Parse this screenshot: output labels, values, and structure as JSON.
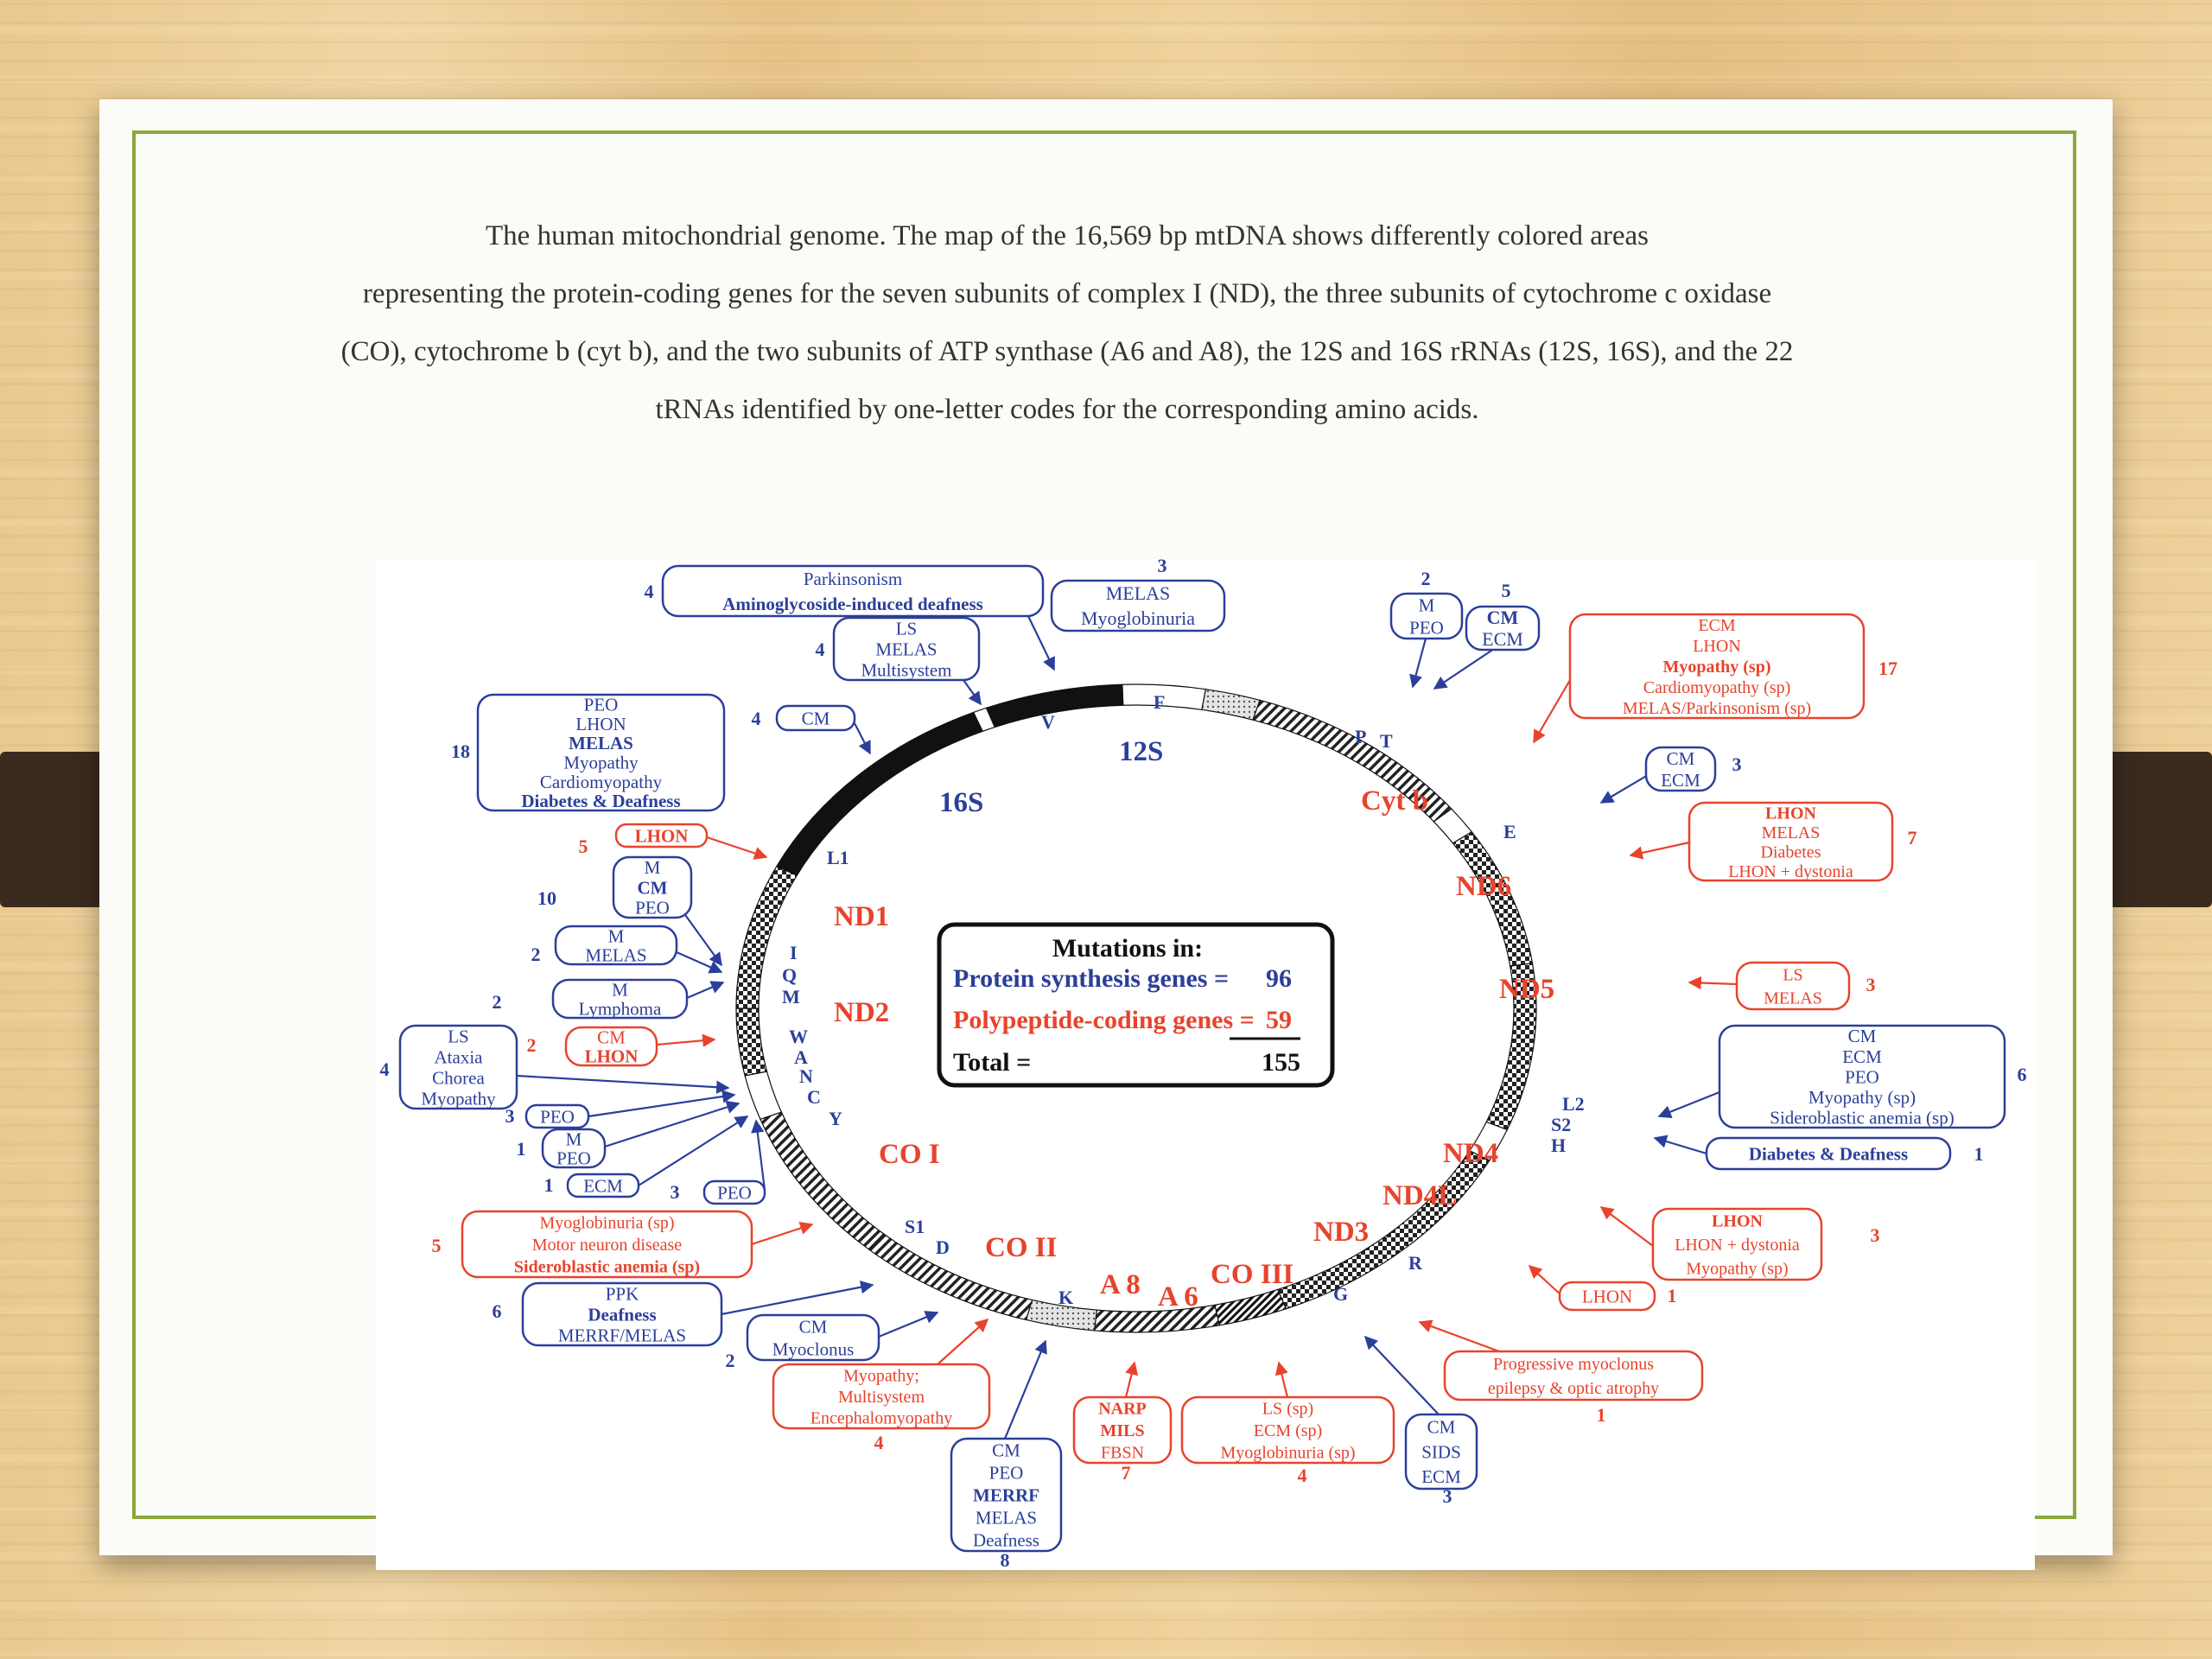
{
  "caption": {
    "lines": [
      "The human mitochondrial genome. The map of the 16,569 bp mtDNA shows differently colored areas",
      "representing the protein-coding genes for the seven subunits of complex I (ND), the three subunits of cytochrome c oxidase",
      "(CO), cytochrome b (cyt b), and the two subunits of ATP synthase (A6 and A8), the 12S and 16S rRNAs (12S, 16S), and the 22",
      "tRNAs identified by one-letter codes for the corresponding amino acids."
    ]
  },
  "colors": {
    "blue": "#2b3f9a",
    "red": "#e8432c",
    "black": "#111111"
  },
  "mutations_box": {
    "title": "Mutations in:",
    "row1_label": "Protein synthesis genes =",
    "row1_value": "96",
    "row2_label": "Polypeptide-coding genes =",
    "row2_value": "59",
    "total_label": "Total =",
    "total_value": "155"
  },
  "genes": {
    "s12": "12S",
    "s16": "16S",
    "nd1": "ND1",
    "nd2": "ND2",
    "co1": "CO I",
    "co2": "CO II",
    "a8": "A 8",
    "a6": "A 6",
    "co3": "CO III",
    "nd3": "ND3",
    "nd4l": "ND4L",
    "nd4": "ND4",
    "nd5": "ND5",
    "nd6": "ND6",
    "cytb": "Cyt b"
  },
  "trnas": {
    "F": "F",
    "V": "V",
    "L1": "L1",
    "I": "I",
    "Q": "Q",
    "M": "M",
    "W": "W",
    "A": "A",
    "N": "N",
    "C": "C",
    "Y": "Y",
    "S1": "S1",
    "D": "D",
    "K": "K",
    "G": "G",
    "R": "R",
    "H": "H",
    "S2": "S2",
    "L2": "L2",
    "E": "E",
    "T": "T",
    "P": "P"
  },
  "annotations": {
    "b1": {
      "n": "4",
      "lines": [
        "Parkinsonism",
        "Aminoglycoside-induced deafness"
      ]
    },
    "b2": {
      "n": "3",
      "lines": [
        "MELAS",
        "Myoglobinuria"
      ]
    },
    "b3": {
      "n": "4",
      "lines": [
        "LS",
        "MELAS",
        "Multisystem"
      ]
    },
    "b4": {
      "n": "2",
      "lines": [
        "M",
        "PEO"
      ]
    },
    "b5": {
      "n": "5",
      "lines": [
        "CM",
        "ECM"
      ]
    },
    "b6": {
      "n": "17",
      "lines": [
        "ECM",
        "LHON",
        "Myopathy (sp)",
        "Cardiomyopathy (sp)",
        "MELAS/Parkinsonism (sp)"
      ]
    },
    "b7": {
      "n": "18",
      "lines": [
        "PEO",
        "LHON",
        "MELAS",
        "Myopathy",
        "Cardiomyopathy",
        "Diabetes & Deafness"
      ]
    },
    "b8": {
      "n": "4",
      "lines": [
        "CM"
      ]
    },
    "b9": {
      "n": "3",
      "lines": [
        "CM",
        "ECM"
      ]
    },
    "b10": {
      "n": "7",
      "lines": [
        "LHON",
        "MELAS",
        "Diabetes",
        "LHON + dystonia"
      ]
    },
    "b11": {
      "n": "5",
      "lines": [
        "LHON"
      ]
    },
    "b12": {
      "n": "10",
      "lines": [
        "M",
        "CM",
        "PEO"
      ]
    },
    "b13": {
      "n": "2",
      "lines": [
        "M",
        "MELAS"
      ]
    },
    "b14": {
      "n": "2",
      "lines": [
        "M",
        "Lymphoma"
      ]
    },
    "b15": {
      "n": "2",
      "lines": [
        "CM",
        "LHON"
      ]
    },
    "b16": {
      "n": "4",
      "lines": [
        "LS",
        "Ataxia",
        "Chorea",
        "Myopathy"
      ]
    },
    "b17": {
      "n": "3",
      "lines": [
        "LS",
        "MELAS"
      ]
    },
    "b18": {
      "n": "6",
      "lines": [
        "CM",
        "ECM",
        "PEO",
        "Myopathy (sp)",
        "Sideroblastic anemia (sp)"
      ]
    },
    "b19": {
      "n": "1",
      "lines": [
        "Diabetes & Deafness"
      ]
    },
    "b20": {
      "n": "3",
      "lines": [
        "PEO"
      ]
    },
    "b21": {
      "n": "1",
      "lines": [
        "M",
        "PEO"
      ]
    },
    "b22": {
      "n": "1",
      "lines": [
        "ECM"
      ]
    },
    "b23": {
      "n": "3",
      "lines": [
        "PEO"
      ]
    },
    "b24": {
      "n": "5",
      "lines": [
        "Myoglobinuria (sp)",
        "Motor neuron disease",
        "Sideroblastic anemia (sp)"
      ]
    },
    "b25": {
      "n": "3",
      "lines": [
        "LHON",
        "LHON + dystonia",
        "Myopathy (sp)"
      ]
    },
    "b26": {
      "n": "1",
      "lines": [
        "LHON"
      ]
    },
    "b27": {
      "n": "6",
      "lines": [
        "PPK",
        "Deafness",
        "MERRF/MELAS"
      ]
    },
    "b28": {
      "n": "2",
      "lines": [
        "CM",
        "Myoclonus"
      ]
    },
    "b29": {
      "n": "4",
      "lines": [
        "Myopathy;",
        "Multisystem",
        "Encephalomyopathy"
      ]
    },
    "b30": {
      "n": "7",
      "lines": [
        "NARP",
        "MILS",
        "FBSN"
      ]
    },
    "b31": {
      "n": "4",
      "lines": [
        "LS (sp)",
        "ECM (sp)",
        "Myoglobinuria (sp)"
      ]
    },
    "b32": {
      "n": "3",
      "lines": [
        "CM",
        "SIDS",
        "ECM"
      ]
    },
    "b33": {
      "n": "1",
      "lines": [
        "Progressive myoclonus",
        "epilepsy & optic atrophy"
      ]
    },
    "b34": {
      "n": "8",
      "lines": [
        "CM",
        "PEO",
        "MERRF",
        "MELAS",
        "Deafness"
      ]
    }
  }
}
